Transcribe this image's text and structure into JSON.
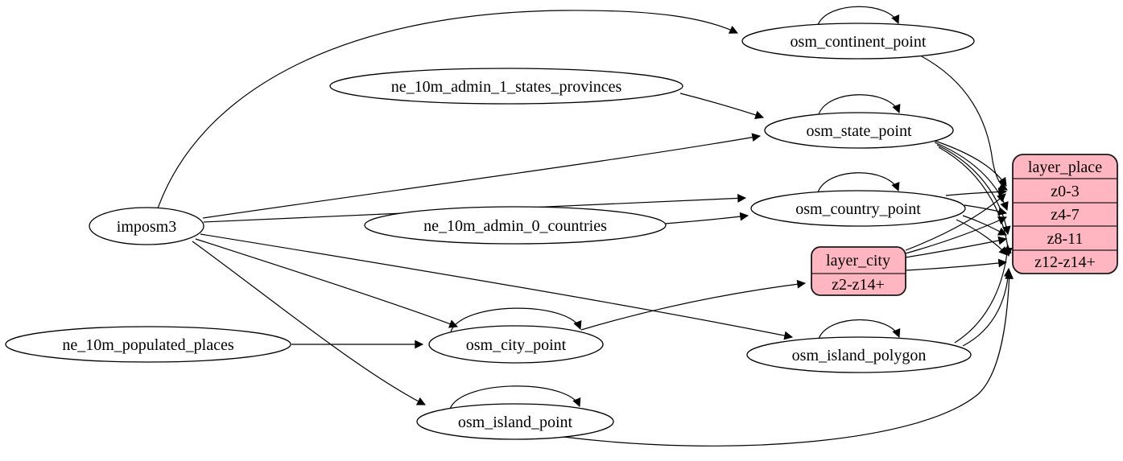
{
  "diagram": {
    "kind": "etl-graph",
    "colors": {
      "background": "#ffffff",
      "node_fill": "#ffffff",
      "record_fill": "#ffb6c1",
      "stroke": "#000000"
    },
    "nodes": {
      "imposm3": {
        "label": "imposm3",
        "shape": "ellipse"
      },
      "ne_10m_admin_1_states_provinces": {
        "label": "ne_10m_admin_1_states_provinces",
        "shape": "ellipse"
      },
      "ne_10m_admin_0_countries": {
        "label": "ne_10m_admin_0_countries",
        "shape": "ellipse"
      },
      "ne_10m_populated_places": {
        "label": "ne_10m_populated_places",
        "shape": "ellipse"
      },
      "osm_continent_point": {
        "label": "osm_continent_point",
        "shape": "ellipse",
        "self_loop": true
      },
      "osm_state_point": {
        "label": "osm_state_point",
        "shape": "ellipse",
        "self_loop": true
      },
      "osm_country_point": {
        "label": "osm_country_point",
        "shape": "ellipse",
        "self_loop": true
      },
      "osm_city_point": {
        "label": "osm_city_point",
        "shape": "ellipse",
        "self_loop": true
      },
      "osm_island_polygon": {
        "label": "osm_island_polygon",
        "shape": "ellipse",
        "self_loop": true
      },
      "osm_island_point": {
        "label": "osm_island_point",
        "shape": "ellipse",
        "self_loop": true
      }
    },
    "records": {
      "layer_city": {
        "title": "layer_city",
        "rows": [
          "z2-z14+"
        ]
      },
      "layer_place": {
        "title": "layer_place",
        "rows": [
          "z0-3",
          "z4-7",
          "z8-11",
          "z12-z14+"
        ]
      }
    },
    "edges": [
      {
        "from": "imposm3",
        "to": "osm_continent_point"
      },
      {
        "from": "imposm3",
        "to": "osm_state_point"
      },
      {
        "from": "imposm3",
        "to": "osm_country_point"
      },
      {
        "from": "imposm3",
        "to": "osm_city_point"
      },
      {
        "from": "imposm3",
        "to": "osm_island_polygon"
      },
      {
        "from": "imposm3",
        "to": "osm_island_point"
      },
      {
        "from": "ne_10m_admin_1_states_provinces",
        "to": "osm_state_point"
      },
      {
        "from": "ne_10m_admin_0_countries",
        "to": "osm_country_point"
      },
      {
        "from": "ne_10m_populated_places",
        "to": "osm_city_point"
      },
      {
        "from": "osm_continent_point",
        "to": "osm_continent_point"
      },
      {
        "from": "osm_state_point",
        "to": "osm_state_point"
      },
      {
        "from": "osm_country_point",
        "to": "osm_country_point"
      },
      {
        "from": "osm_city_point",
        "to": "osm_city_point"
      },
      {
        "from": "osm_island_polygon",
        "to": "osm_island_polygon"
      },
      {
        "from": "osm_island_point",
        "to": "osm_island_point"
      },
      {
        "from": "osm_city_point",
        "to": "layer_city:z2-z14+"
      },
      {
        "from": "osm_continent_point",
        "to": "layer_place:z0-3"
      },
      {
        "from": "osm_state_point",
        "to": "layer_place:z0-3"
      },
      {
        "from": "osm_state_point",
        "to": "layer_place:z4-7"
      },
      {
        "from": "osm_state_point",
        "to": "layer_place:z8-11"
      },
      {
        "from": "osm_state_point",
        "to": "layer_place:z12-z14+"
      },
      {
        "from": "osm_country_point",
        "to": "layer_place:z0-3"
      },
      {
        "from": "osm_country_point",
        "to": "layer_place:z4-7"
      },
      {
        "from": "osm_country_point",
        "to": "layer_place:z8-11"
      },
      {
        "from": "osm_country_point",
        "to": "layer_place:z12-z14+"
      },
      {
        "from": "layer_city",
        "to": "layer_place:z0-3"
      },
      {
        "from": "layer_city",
        "to": "layer_place:z4-7"
      },
      {
        "from": "layer_city",
        "to": "layer_place:z8-11"
      },
      {
        "from": "layer_city",
        "to": "layer_place:z12-z14+"
      },
      {
        "from": "osm_island_polygon",
        "to": "layer_place:z8-11"
      },
      {
        "from": "osm_island_polygon",
        "to": "layer_place:z12-z14+"
      },
      {
        "from": "osm_island_point",
        "to": "layer_place:z12-z14+"
      }
    ]
  }
}
